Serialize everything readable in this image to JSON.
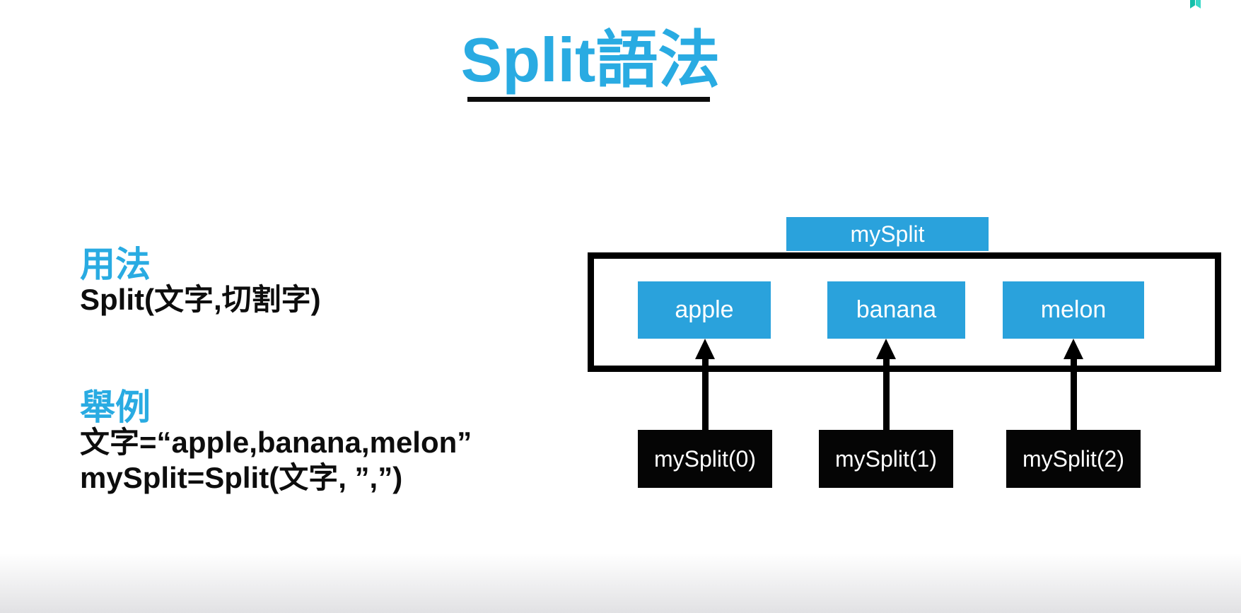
{
  "title": {
    "text": "Split語法"
  },
  "usage": {
    "heading": "用法",
    "code": "Split(文字,切割字)"
  },
  "example": {
    "heading": "舉例",
    "line1": "文字=“apple,banana,melon”",
    "line2": "mySplit=Split(文字, ”,”)"
  },
  "diagram": {
    "array_label": "mySplit",
    "items": [
      {
        "value": "apple",
        "index_label": "mySplit(0)"
      },
      {
        "value": "banana",
        "index_label": "mySplit(1)"
      },
      {
        "value": "melon",
        "index_label": "mySplit(2)"
      }
    ]
  },
  "colors": {
    "accent_blue": "#29abe2",
    "box_blue": "#2aa2dc",
    "box_black": "#050505",
    "watermark_teal_dark": "#14bfa9",
    "watermark_teal_light": "#38d8c7"
  }
}
